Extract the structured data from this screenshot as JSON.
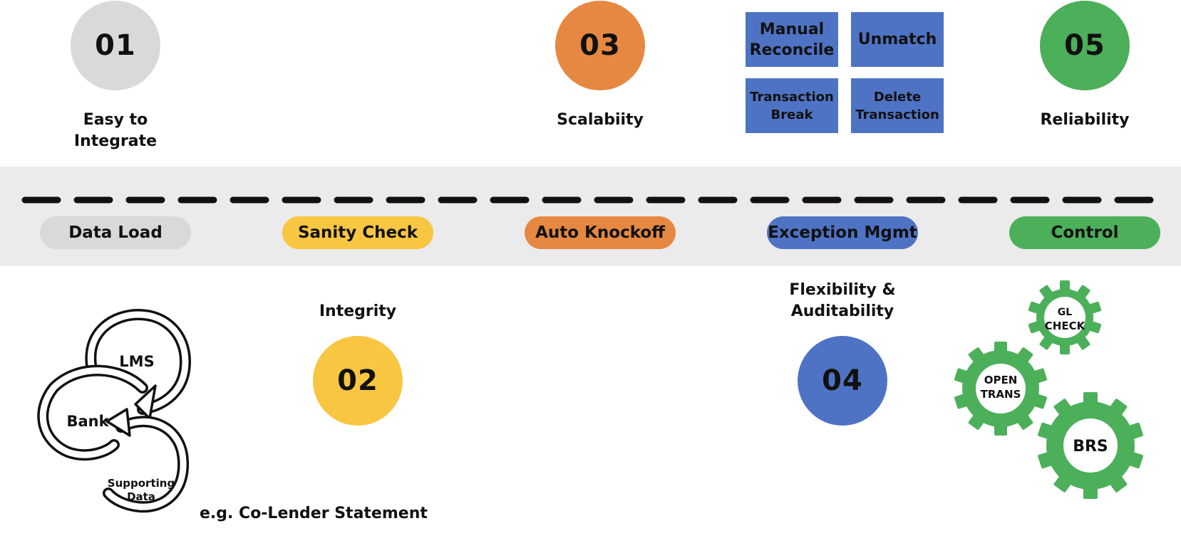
{
  "stages": [
    {
      "label": "Data Load",
      "color": "#d9d9d9"
    },
    {
      "label": "Sanity Check",
      "color": "#f9c642"
    },
    {
      "label": "Auto Knockoff",
      "color": "#e68842"
    },
    {
      "label": "Exception Mgmt",
      "color": "#4f73c4"
    },
    {
      "label": "Control",
      "color": "#4caf5a"
    }
  ],
  "milestones": [
    {
      "number": "01",
      "title_line1": "Easy to",
      "title_line2": "Integrate",
      "color": "#d9d9d9"
    },
    {
      "number": "02",
      "title": "Integrity",
      "color": "#f9c642"
    },
    {
      "number": "03",
      "title": "Scalabiity",
      "color": "#e68842"
    },
    {
      "number": "04",
      "title_line1": "Flexibility &",
      "title_line2": "Auditability",
      "color": "#4f73c4"
    },
    {
      "number": "05",
      "title": "Reliability",
      "color": "#4caf5a"
    }
  ],
  "exception_actions": [
    {
      "line1": "Manual",
      "line2": "Reconcile"
    },
    {
      "line1": "Unmatch",
      "line2": ""
    },
    {
      "line1": "Transaction",
      "line2": "Break"
    },
    {
      "line1": "Delete",
      "line2": "Transaction"
    }
  ],
  "data_sources": {
    "lms": "LMS",
    "bank": "Bank",
    "supporting_line1": "Supporting",
    "supporting_line2": "Data",
    "example": "e.g. Co-Lender Statement"
  },
  "controls": {
    "gl_line1": "GL",
    "gl_line2": "CHECK",
    "open_line1": "OPEN",
    "open_line2": "TRANS",
    "brs": "BRS"
  }
}
